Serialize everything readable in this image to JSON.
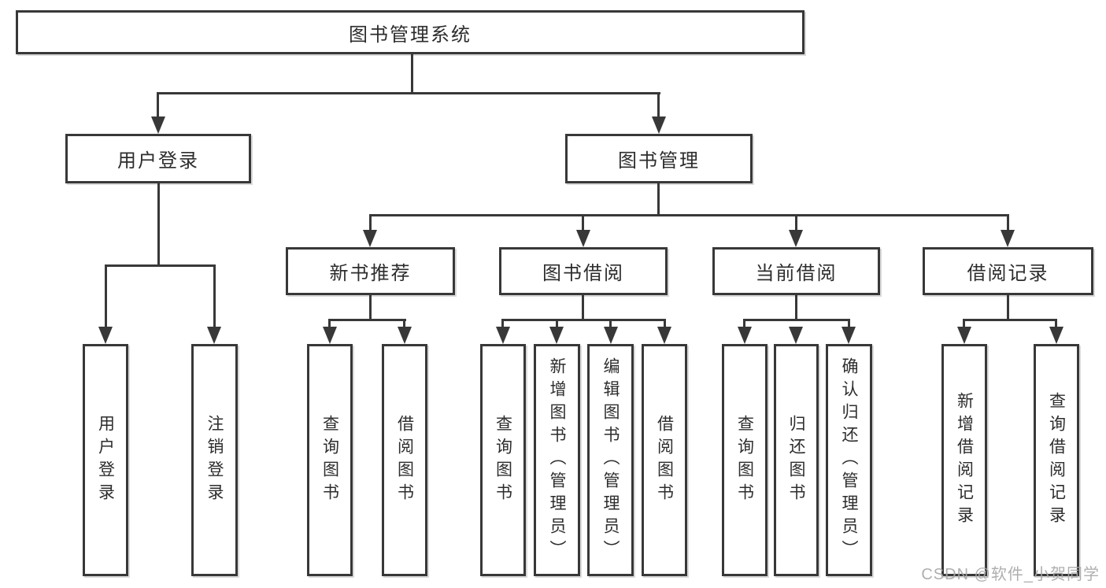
{
  "diagram": {
    "type": "hierarchy-tree",
    "root": {
      "label": "图书管理系统"
    },
    "branches": [
      {
        "label": "用户登录",
        "children": [
          {
            "label": "用户登录"
          },
          {
            "label": "注销登录"
          }
        ]
      },
      {
        "label": "图书管理",
        "children": [
          {
            "label": "新书推荐",
            "children": [
              {
                "label": "查询图书"
              },
              {
                "label": "借阅图书"
              }
            ]
          },
          {
            "label": "图书借阅",
            "children": [
              {
                "label": "查询图书"
              },
              {
                "label": "新增图书（管理员）"
              },
              {
                "label": "编辑图书（管理员）"
              },
              {
                "label": "借阅图书"
              }
            ]
          },
          {
            "label": "当前借阅",
            "children": [
              {
                "label": "查询图书"
              },
              {
                "label": "归还图书"
              },
              {
                "label": "确认归还（管理员）"
              }
            ]
          },
          {
            "label": "借阅记录",
            "children": [
              {
                "label": "新增借阅记录"
              },
              {
                "label": "查询借阅记录"
              }
            ]
          }
        ]
      }
    ]
  },
  "watermark": {
    "text": "CSDN @软件_小贺同学"
  },
  "colors": {
    "background": "#ffffff",
    "box_border": "#383838",
    "connector_line": "#383838",
    "text": "#2d2d2d",
    "watermark": "#a8a8a8"
  }
}
